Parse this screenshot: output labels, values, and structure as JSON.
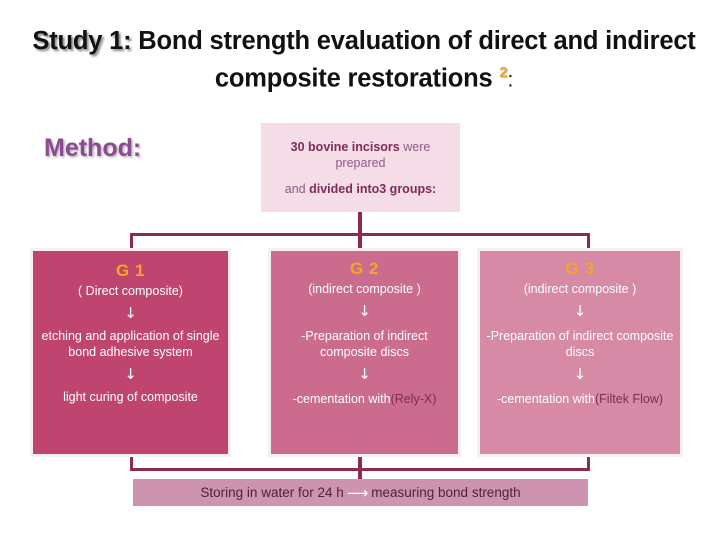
{
  "title": {
    "study_label": "Study 1:",
    "main": " Bond strength evaluation of direct and indirect composite restorations ",
    "superscript": "2",
    "trailing_colon": ":"
  },
  "method": {
    "label": "Method:"
  },
  "top_box": {
    "line1_bold": "30 bovine incisors",
    "line1_rest": " were prepared",
    "line2_prefix": "and ",
    "line2_bold": "divided into3 groups:"
  },
  "groups": [
    {
      "id": "g1",
      "title": "G 1",
      "subtitle": "( Direct composite)",
      "arrow": "↓",
      "step1": "etching and application of single bond adhesive system",
      "step2": "light curing of composite",
      "step2_paren": "",
      "color": "#BF4570"
    },
    {
      "id": "g2",
      "title": "G 2",
      "subtitle": "(indirect composite )",
      "arrow": "↓",
      "step1": "-Preparation of indirect composite discs",
      "step2": "-cementation with",
      "step2_paren": "(Rely-X)",
      "color": "#CB6C8E"
    },
    {
      "id": "g3",
      "title": "G 3",
      "subtitle": "(indirect composite )",
      "arrow": "↓",
      "step1": "-Preparation of indirect composite discs",
      "step2": "-cementation with",
      "step2_paren": "(Filtek Flow)",
      "color": "#D68AA5"
    }
  ],
  "bottom_bar": {
    "left_text": "Storing in water for 24 h",
    "arrow": "⟶",
    "right_text": "measuring  bond strength"
  },
  "colors": {
    "accent_gold": "#F5A623",
    "connector": "#8E2A52",
    "method_purple": "#8A4C8E",
    "top_box_bg": "#F4DDE6",
    "bottom_bar_bg": "#CE93AF"
  }
}
